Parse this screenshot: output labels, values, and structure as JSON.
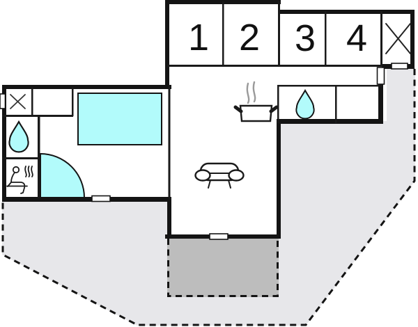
{
  "plan": {
    "rooms": [
      {
        "label": "1"
      },
      {
        "label": "2"
      },
      {
        "label": "3"
      },
      {
        "label": "4"
      }
    ],
    "colors": {
      "fixture": "#b2fbfb",
      "terrace": "#e7e7ea",
      "terrace_paved": "#bdbdbd",
      "wall": "#141414",
      "steam": "#9a9a9a"
    },
    "icons": {
      "kitchen": "cooking-pot-icon",
      "kitchen_sink": "water-drop-icon",
      "bathroom": "water-drop-icon",
      "sauna": "sauna-person-icon",
      "living": "sofa-icon",
      "storage_small": "x-cross-icon",
      "storage_large": "x-cross-icon"
    }
  }
}
